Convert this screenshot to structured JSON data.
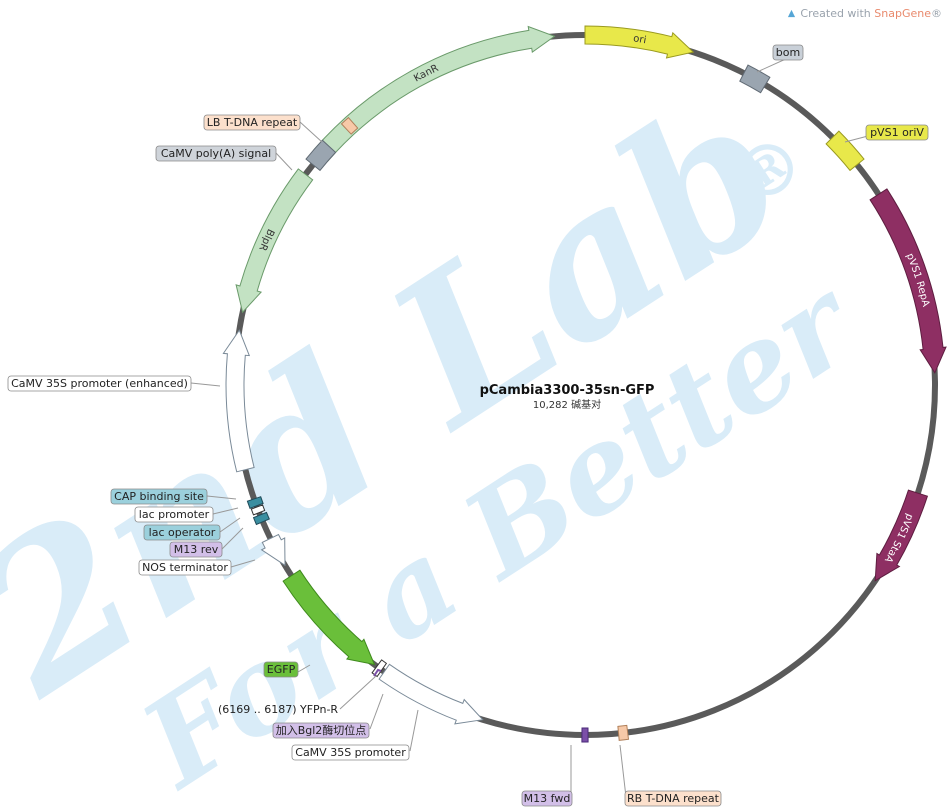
{
  "credit": {
    "prefix": "Created with",
    "brand": "SnapGene",
    "suffix": "®"
  },
  "watermark": {
    "line1": "2nd Lab",
    "line2": "For a Better",
    "mark": "®"
  },
  "plasmid": {
    "name": "pCambia3300-35sn-GFP",
    "size": "10,282 碱基对"
  },
  "colors": {
    "backbone": "#5a5a5a",
    "kanr": "#c3e2c3",
    "ori": "#e8e84a",
    "bom": "#9aa5b0",
    "pvs1_oriv": "#e8e84a",
    "rep": "#8e2f63",
    "bar": "#c3e2c3",
    "promoter": "#ffffff",
    "egfp": "#6abf3a",
    "cap": "#3a8ea0",
    "primer": "#7b4fa8",
    "rb_lb": "#f7c9a8",
    "watermark": "#d9ecf8"
  },
  "features": {
    "kanr": "KanR",
    "ori": "ori",
    "bom": "bom",
    "pvs1_oriv": "pVS1 oriV",
    "pvs1_repa": "pVS1 RepA",
    "pvs1_staa": "pVS1 StaA",
    "blpr": "BlpR",
    "egfp": "EGFP"
  },
  "labels": {
    "lb_tdna": "LB T-DNA repeat",
    "camv_polya": "CaMV poly(A) signal",
    "camv35s_enh": "CaMV 35S promoter (enhanced)",
    "cap_site": "CAP binding site",
    "lac_promoter": "lac promoter",
    "lac_operator": "lac operator",
    "m13_rev": "M13 rev",
    "nos_term": "NOS terminator",
    "egfp": "EGFP",
    "yfpn_r": "(6169 .. 6187)  YFPn-R",
    "bgl2": "加入Bgl2酶切位点",
    "camv35s": "CaMV 35S promoter",
    "m13_fwd": "M13 fwd",
    "rb_tdna": "RB T-DNA repeat"
  }
}
